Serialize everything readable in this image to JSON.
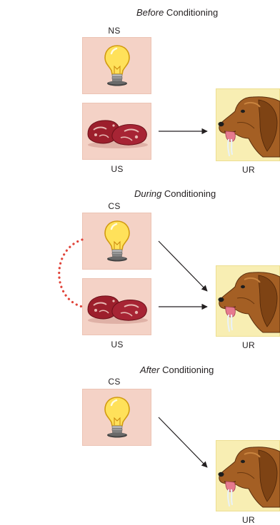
{
  "stages": [
    {
      "title_em": "Before",
      "title_rest": " Conditioning",
      "top_label": "NS",
      "bottom_label": "US",
      "response_label": "UR"
    },
    {
      "title_em": "During",
      "title_rest": " Conditioning",
      "top_label": "CS",
      "bottom_label": "US",
      "response_label": "UR"
    },
    {
      "title_em": "After",
      "title_rest": " Conditioning",
      "top_label": "CS",
      "response_label": "UR"
    }
  ],
  "icons": {
    "neutral_stimulus": "light-bulb-icon",
    "unconditioned_stimulus": "meat-icon",
    "response": "salivating-dog-icon"
  },
  "colors": {
    "stimulus_panel": "#f4d2c6",
    "response_panel": "#f8eeb3",
    "pairing_dots": "#e0443a",
    "arrow": "#231f20"
  }
}
